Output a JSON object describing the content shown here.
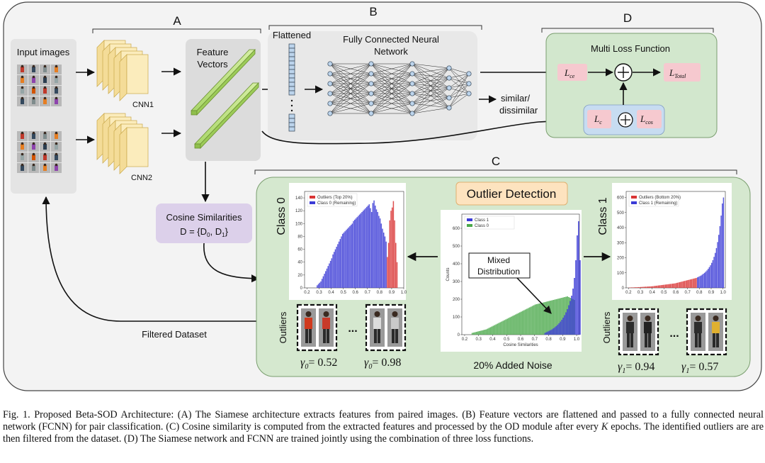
{
  "section_labels": {
    "a": "A",
    "b": "B",
    "c": "C",
    "d": "D"
  },
  "input_images_label": "Input images",
  "cnn1_label": "CNN1",
  "cnn2_label": "CNN2",
  "feature_vectors_label": [
    "Feature",
    "Vectors"
  ],
  "flattened_label": "Flattened",
  "fcnn_label": [
    "Fully Connected Neural",
    "Network"
  ],
  "similar_label": [
    "similar/",
    "dissimilar"
  ],
  "multi_loss_title": "Multi Loss Function",
  "loss_ce": "L",
  "loss_ce_sub": "ce",
  "loss_total": "L",
  "loss_total_sub": "Total",
  "loss_c": "L",
  "loss_c_sub": "c",
  "loss_cos": "L",
  "loss_cos_sub": "cos",
  "cosine_box": [
    "Cosine Similarities",
    "D = {D",
    "0",
    ", D",
    "1",
    "}"
  ],
  "filtered_dataset_label": "Filtered Dataset",
  "outlier_detection_label": "Outlier Detection",
  "class0_label": "Class 0",
  "class1_label": "Class 1",
  "outliers_label": "Outliers",
  "mixed_distribution_label": [
    "Mixed",
    "Distribution"
  ],
  "added_noise_label": "20% Added Noise",
  "gamma_labels": [
    {
      "sym": "γ",
      "sub": "0",
      "val": "= 0.52"
    },
    {
      "sym": "γ",
      "sub": "0",
      "val": "= 0.98"
    },
    {
      "sym": "γ",
      "sub": "1",
      "val": "= 0.94"
    },
    {
      "sym": "γ",
      "sub": "1",
      "val": "= 0.57"
    }
  ],
  "ellipsis": "...",
  "colors": {
    "blue": "#3b3bd6",
    "red": "#d93434",
    "green": "#4aa84a",
    "panel_green": "#d5e8cf",
    "panel_gray": "#e9e9e9",
    "pink": "#f6c9cf",
    "lavender": "#dcd0ea",
    "orange_box": "#fde3bf"
  },
  "chart_data": [
    {
      "type": "bar",
      "name_key": "class0_hist",
      "legend": [
        "Outliers (Top 20%)",
        "Class 0 (Remaining)"
      ],
      "x_ticks": [
        "0.2",
        "0.3",
        "0.4",
        "0.5",
        "0.6",
        "0.7",
        "0.8",
        "0.9",
        "1.0"
      ],
      "y_ticks": [
        "0",
        "20",
        "40",
        "60",
        "80",
        "100",
        "120",
        "140"
      ],
      "xlim": [
        0.18,
        1.0
      ],
      "ylim": [
        0,
        150
      ],
      "bin_start": 0.28,
      "bin_width": 0.01,
      "series": [
        {
          "name": "Outliers (Top 20%)",
          "start_index": 58,
          "values": [
            48,
            70,
            105,
            120,
            125,
            135,
            105,
            70,
            40
          ]
        },
        {
          "name": "Class 0 (Remaining)",
          "start_index": 0,
          "values": [
            4,
            6,
            8,
            10,
            14,
            18,
            22,
            26,
            30,
            34,
            38,
            42,
            46,
            52,
            56,
            60,
            64,
            68,
            72,
            76,
            80,
            84,
            86,
            88,
            90,
            92,
            94,
            96,
            98,
            100,
            104,
            106,
            108,
            110,
            112,
            114,
            116,
            118,
            120,
            122,
            124,
            126,
            128,
            130,
            124,
            118,
            132,
            136,
            128,
            122,
            118,
            112,
            108,
            100,
            92,
            86,
            80,
            72
          ]
        }
      ]
    },
    {
      "type": "bar",
      "name_key": "mixed_hist",
      "legend": [
        "Class 1",
        "Class 0"
      ],
      "x_ticks": [
        "0.2",
        "0.3",
        "0.4",
        "0.5",
        "0.6",
        "0.7",
        "0.8",
        "0.9",
        "1.0"
      ],
      "y_ticks": [
        "0",
        "100",
        "200",
        "300",
        "400",
        "500",
        "600"
      ],
      "xlabel": "Cosine Similarities",
      "ylabel": "Counts",
      "xlim": [
        0.18,
        1.02
      ],
      "ylim": [
        0,
        680
      ],
      "bin_start": 0.25,
      "bin_width": 0.01,
      "series": [
        {
          "name": "Class 0",
          "start_index": 0,
          "values": [
            10,
            12,
            14,
            16,
            18,
            20,
            22,
            24,
            26,
            28,
            30,
            34,
            38,
            42,
            46,
            50,
            54,
            58,
            62,
            66,
            70,
            74,
            78,
            82,
            86,
            90,
            94,
            98,
            102,
            106,
            110,
            114,
            118,
            122,
            126,
            130,
            134,
            138,
            142,
            146,
            150,
            154,
            158,
            162,
            166,
            170,
            172,
            174,
            176,
            178,
            180,
            182,
            184,
            186,
            188,
            190,
            192,
            194,
            196,
            198,
            200,
            202,
            204,
            206,
            208,
            210,
            212,
            214,
            216,
            212,
            208,
            204,
            200,
            196
          ]
        },
        {
          "name": "Class 1",
          "start_index": 52,
          "values": [
            10,
            14,
            18,
            22,
            26,
            30,
            36,
            42,
            48,
            56,
            64,
            74,
            84,
            96,
            110,
            126,
            144,
            166,
            190,
            220,
            260,
            320,
            420,
            560,
            640,
            420
          ]
        }
      ]
    },
    {
      "type": "bar",
      "name_key": "class1_hist",
      "legend": [
        "Outliers (Bottom 20%)",
        "Class 1 (Remaining)"
      ],
      "x_ticks": [
        "0.2",
        "0.3",
        "0.4",
        "0.5",
        "0.6",
        "0.7",
        "0.8",
        "0.9",
        "1.0"
      ],
      "y_ticks": [
        "0",
        "100",
        "200",
        "300",
        "400",
        "500",
        "600"
      ],
      "xlim": [
        0.18,
        1.02
      ],
      "ylim": [
        0,
        640
      ],
      "bin_start": 0.2,
      "bin_width": 0.01,
      "series": [
        {
          "name": "Outliers (Bottom 20%)",
          "start_index": 0,
          "values": [
            2,
            2,
            3,
            3,
            3,
            4,
            4,
            4,
            5,
            5,
            6,
            6,
            7,
            7,
            8,
            8,
            9,
            9,
            10,
            10,
            11,
            12,
            13,
            14,
            15,
            16,
            17,
            18,
            19,
            20,
            21,
            22,
            23,
            24,
            25,
            26,
            27,
            28,
            29,
            30,
            32,
            34,
            36,
            38,
            40,
            42,
            44,
            46,
            48,
            50,
            52,
            54,
            56,
            58,
            60,
            62,
            64,
            66
          ]
        },
        {
          "name": "Class 1 (Remaining)",
          "start_index": 58,
          "values": [
            70,
            74,
            78,
            82,
            88,
            94,
            100,
            108,
            116,
            126,
            138,
            150,
            166,
            184,
            206,
            232,
            264,
            304,
            352,
            410,
            480,
            560,
            600
          ]
        }
      ]
    }
  ]
}
